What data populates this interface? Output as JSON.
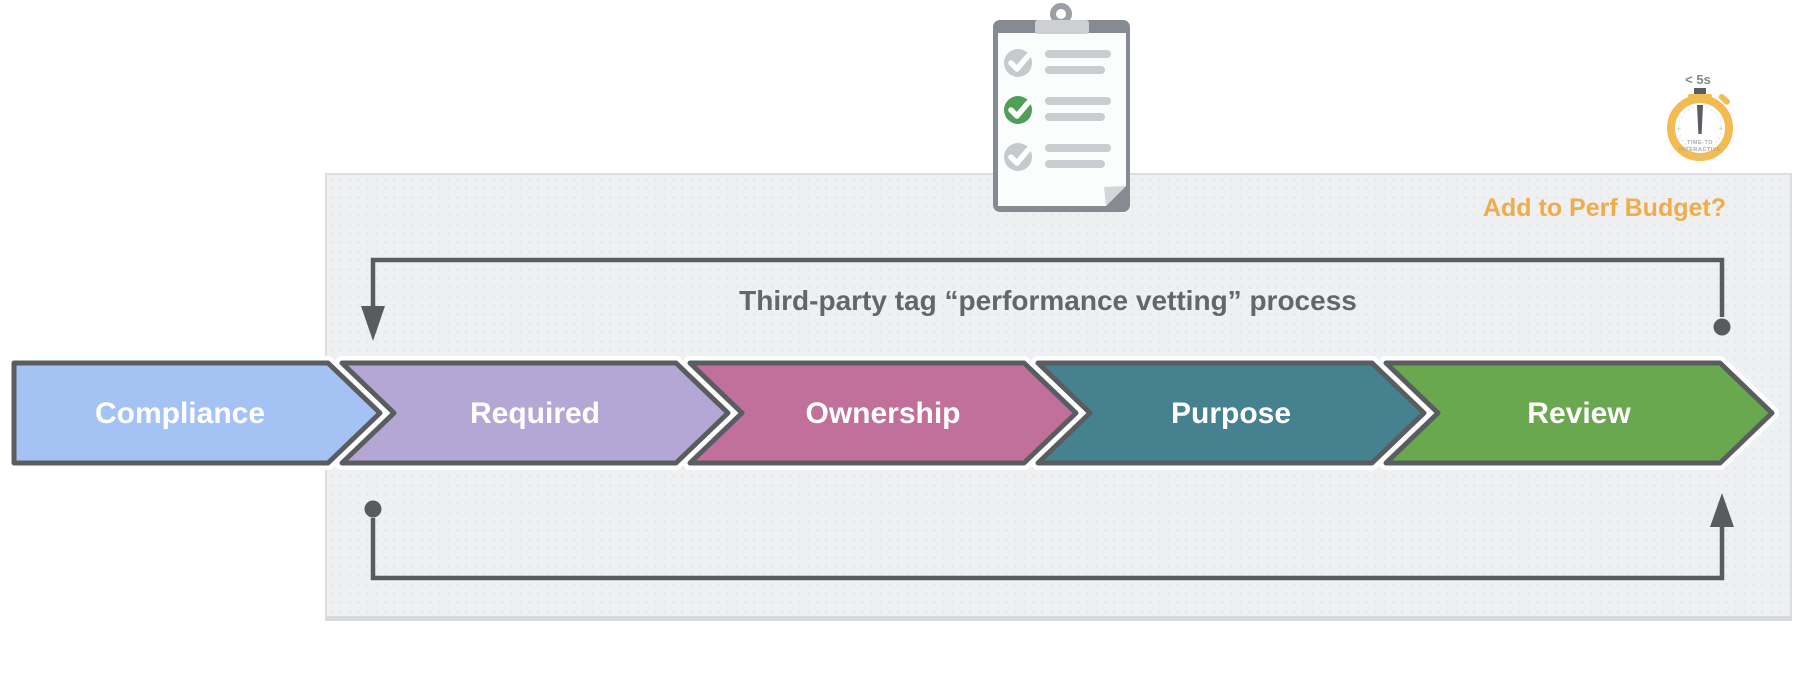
{
  "title": "Third-party tag “performance vetting” process",
  "title_color": "#63666A",
  "perf_budget": {
    "label": "Add to Perf Budget?",
    "color": "#F0AC4B"
  },
  "steps": [
    {
      "label": "Compliance",
      "color": "#A4C2F4"
    },
    {
      "label": "Required",
      "color": "#B4A7D6"
    },
    {
      "label": "Ownership",
      "color": "#C0709B"
    },
    {
      "label": "Purpose",
      "color": "#45818E"
    },
    {
      "label": "Review",
      "color": "#6AA84F"
    }
  ],
  "step_border_color": "#5A5D60",
  "step_label_color": "#FFFFFF",
  "loop_color": "#595C5F",
  "stopwatch": {
    "label": "< 5s",
    "label_color": "#85898C",
    "face_line1": "TIME-TO",
    "face_line2": "INTERACTIVE",
    "face_text_color": "#A8ADB0",
    "accent_color": "#F3BC53",
    "hand_color": "#5A5E62"
  },
  "clipboard": {
    "board_color": "#858B90",
    "clip_color": "#CCD0D3",
    "paper_color": "#FBFCFC",
    "fold_color": "#D3D7D9",
    "line_color": "#C9CDD0",
    "check_color": "#FFFFFF",
    "items": [
      {
        "state": "unchecked",
        "circle_color": "#C6CACD"
      },
      {
        "state": "checked",
        "circle_color": "#519E58"
      },
      {
        "state": "unchecked",
        "circle_color": "#C6CACD"
      }
    ]
  },
  "panel": {
    "bg_color": "#EFF0F2",
    "border_color": "#DCDEE0"
  }
}
